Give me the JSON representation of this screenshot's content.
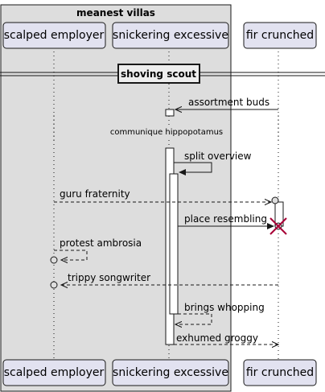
{
  "diagram": {
    "group_title": "meanest villas",
    "divider_label": "shoving scout",
    "delay_label": "communique hippopotamus",
    "participants": [
      {
        "id": "p1",
        "label": "scalped employer"
      },
      {
        "id": "p2",
        "label": "snickering excessive"
      },
      {
        "id": "p3",
        "label": "fir crunched"
      }
    ],
    "messages": [
      {
        "id": "m1",
        "label": "assortment buds",
        "from": "fir crunched",
        "to": "snickering excessive",
        "style": "solid"
      },
      {
        "id": "m2",
        "label": "split overview",
        "from": "snickering excessive",
        "to": "snickering excessive",
        "style": "solid"
      },
      {
        "id": "m3",
        "label": "guru fraternity",
        "from": "scalped employer",
        "to": "fir crunched",
        "style": "dashed"
      },
      {
        "id": "m4",
        "label": "place resembling",
        "from": "snickering excessive",
        "to": "fir crunched",
        "style": "solid",
        "destroy": true
      },
      {
        "id": "m5",
        "label": "protest ambrosia",
        "from": "scalped employer",
        "to": "scalped employer",
        "style": "dashed"
      },
      {
        "id": "m6",
        "label": "trippy songwriter",
        "from": "fir crunched",
        "to": "scalped employer",
        "style": "dashed"
      },
      {
        "id": "m7",
        "label": "brings whopping",
        "from": "snickering excessive",
        "to": "snickering excessive",
        "style": "dashed"
      },
      {
        "id": "m8",
        "label": "exhumed groggy",
        "from": "snickering excessive",
        "to": "fir crunched",
        "style": "dashed"
      }
    ],
    "colors": {
      "participant_fill": "#E2E2F0",
      "participant_border": "#181818",
      "group_fill": "#DDDDDD",
      "line": "#181818",
      "destroy": "#A80036"
    }
  }
}
